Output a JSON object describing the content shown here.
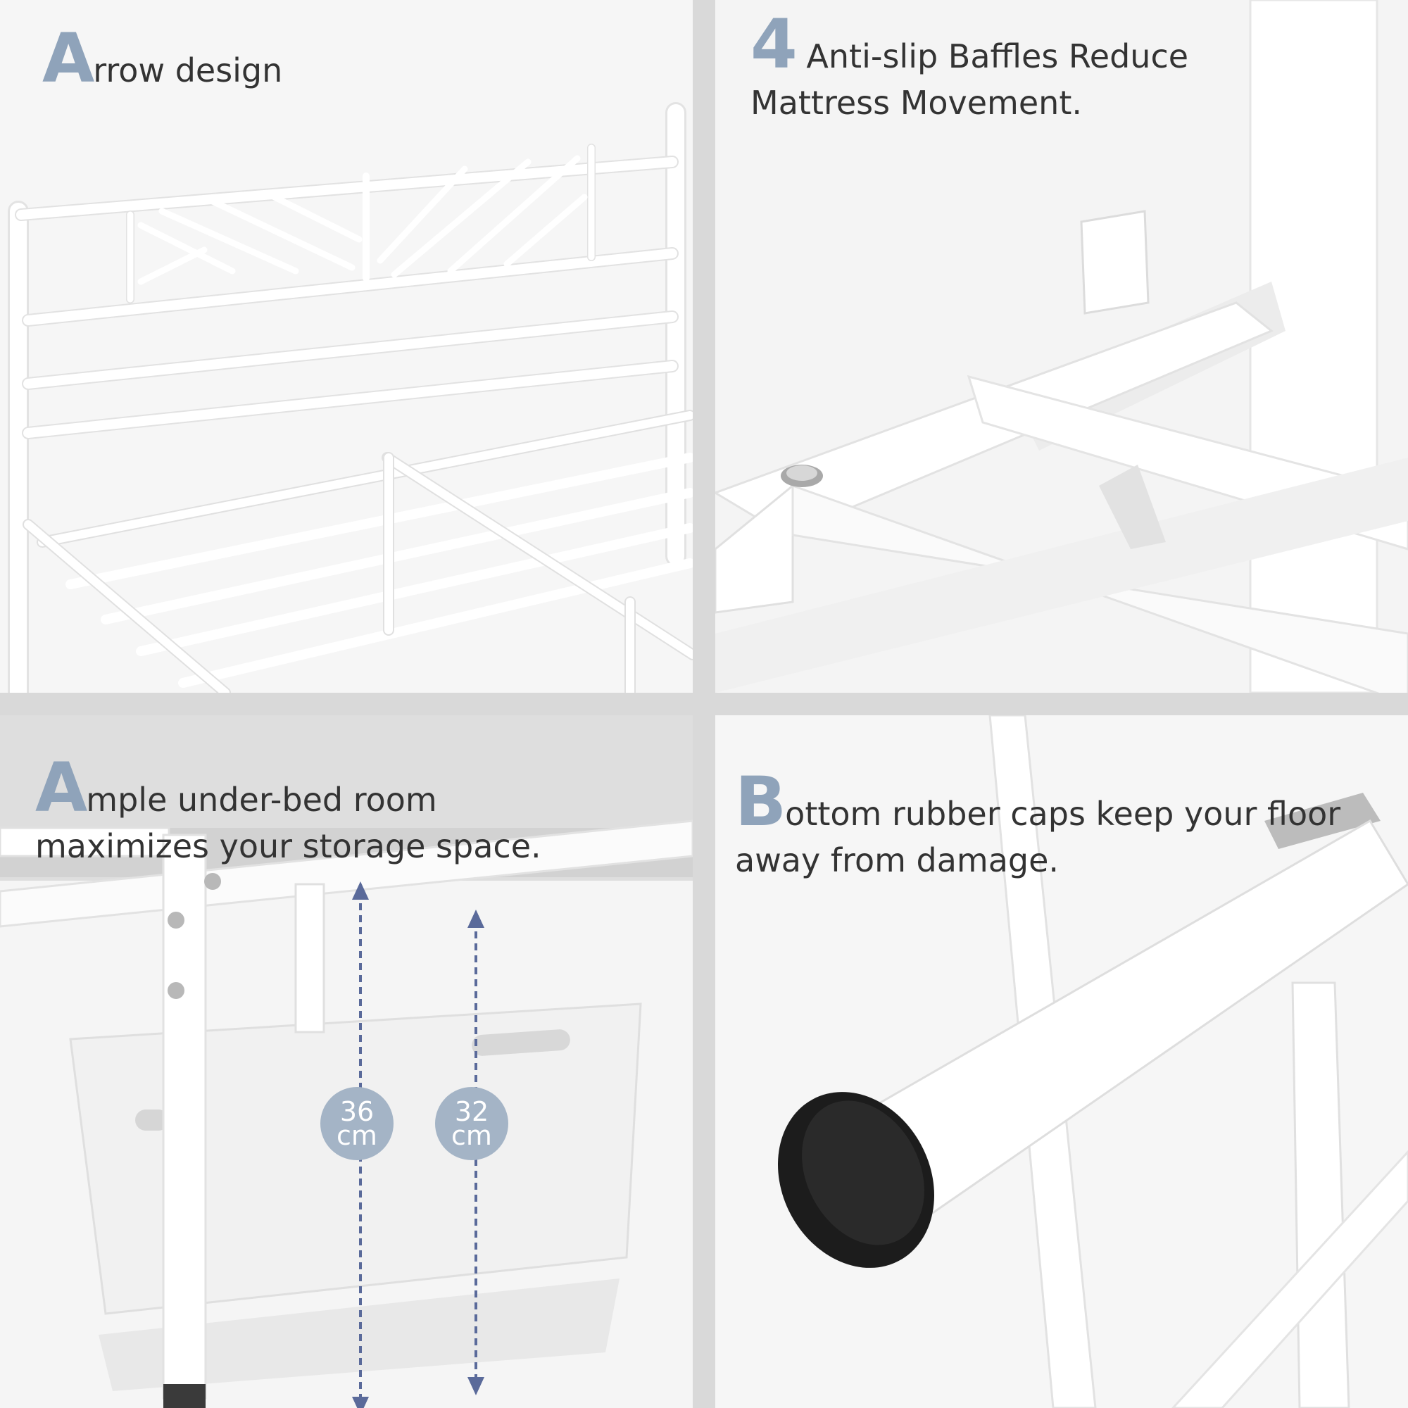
{
  "panels": {
    "arrow": {
      "big_letter": "A",
      "rest": "rrow design"
    },
    "baffles": {
      "big_letter": "4",
      "line1_rest": " Anti-slip Baffles Reduce",
      "line2": "Mattress Movement."
    },
    "storage": {
      "big_letter": "A",
      "line1_rest": "mple under-bed room",
      "line2": "maximizes your storage space.",
      "measure_a": {
        "number": "36",
        "unit": "cm"
      },
      "measure_b": {
        "number": "32",
        "unit": "cm"
      }
    },
    "caps": {
      "big_letter": "B",
      "line1_rest": "ottom rubber caps keep your floor",
      "line2": "away from damage."
    }
  },
  "colors": {
    "accent": "#8fa3ba",
    "badge": "#a4b4c6",
    "arrow": "#5a6a9a",
    "text": "#333333",
    "divider": "#d9d9d9"
  }
}
